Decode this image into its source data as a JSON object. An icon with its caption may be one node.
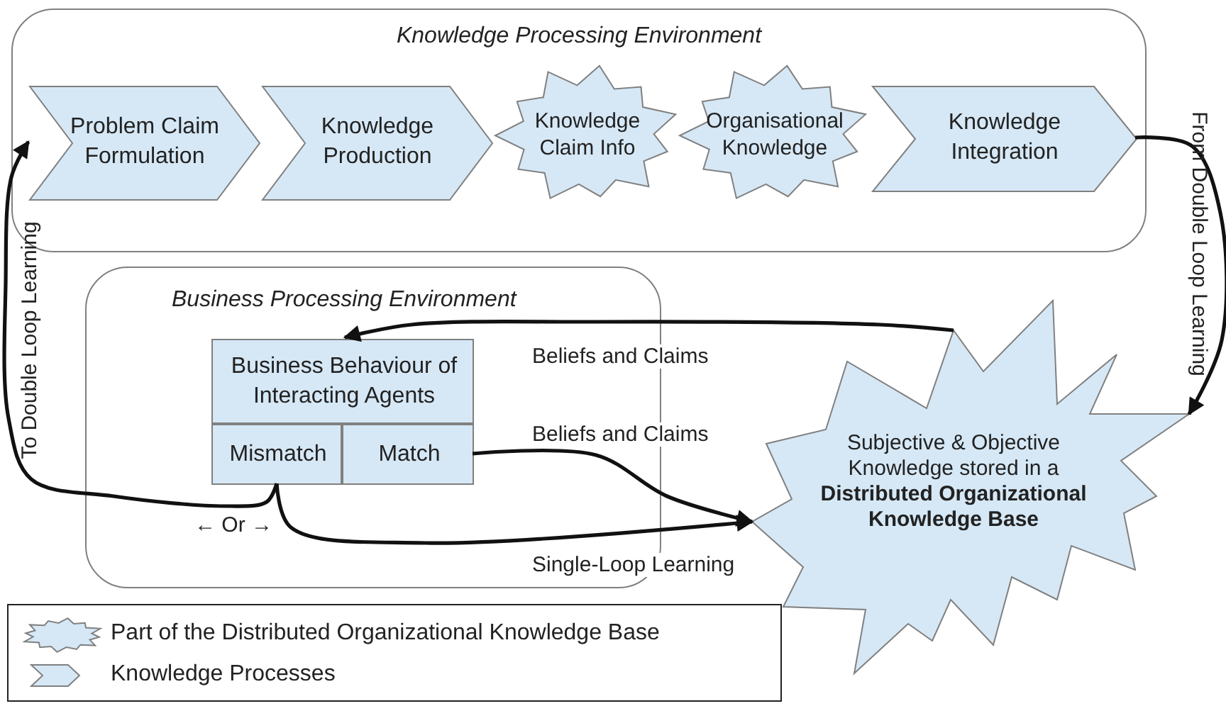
{
  "diagram": {
    "nodes": [
      {
        "text": [
          "Knowledge Processing Environment"
        ]
      },
      {
        "text": [
          "Problem Claim Formulation"
        ],
        "in": 0
      },
      {
        "text": [
          "Knowledge Production"
        ],
        "in": 0
      },
      {
        "text": [
          "Knowledge Claim Info"
        ],
        "in": 0
      },
      {
        "text": [
          "Organisational Knowledge"
        ],
        "in": 0
      },
      {
        "text": [
          "Knowledge Integration"
        ],
        "in": 0
      },
      {
        "text": [
          "Business Processing Environment"
        ]
      },
      {
        "text": [
          "Business Behaviour of Interacting Agents"
        ],
        "in": 6
      },
      {
        "text": [
          "Mismatch"
        ],
        "in": 6
      },
      {
        "text": [
          "Match"
        ],
        "in": 6
      },
      {
        "text": [
          "Subjective & Objective Knowledge stored in a **Distributed Organizational Knowledge Base**"
        ]
      }
    ],
    "edges": [
      {
        "from": 5,
        "to": 10,
        "arrow": "to",
        "label": "From Double Loop Learning"
      },
      {
        "from": 10,
        "to": 7,
        "arrow": "to",
        "label": "Beliefs and Claims"
      },
      {
        "from": 9,
        "to": 10,
        "arrow": "to",
        "label": "Beliefs and Claims"
      },
      {
        "from": 8,
        "to": 10,
        "arrow": "to",
        "label": "Single-Loop Learning"
      },
      {
        "from": 8,
        "to": 1,
        "arrow": "to",
        "label": "To Double Loop Learning"
      }
    ],
    "labels": [
      "← Or →"
    ],
    "legend": [
      {
        "text": "Part of the Distributed Organizational Knowledge Base"
      },
      {
        "text": "Knowledge Processes"
      }
    ]
  }
}
